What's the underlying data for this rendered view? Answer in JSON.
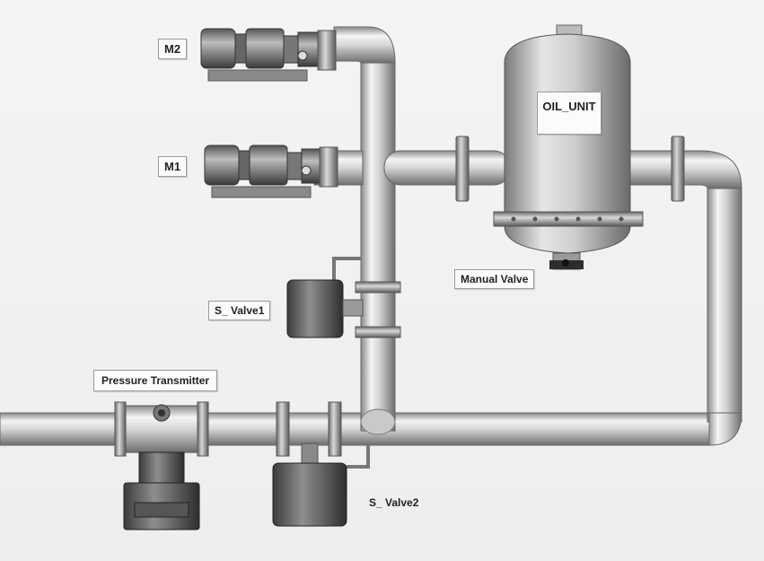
{
  "labels": {
    "m2": "M2",
    "m1": "M1",
    "oil_unit": "OIL_UNIT",
    "manual_valve": "Manual Valve",
    "s_valve1": "S_ Valve1",
    "pressure_transmitter": "Pressure Transmitter",
    "s_valve2": "S_ Valve2"
  }
}
